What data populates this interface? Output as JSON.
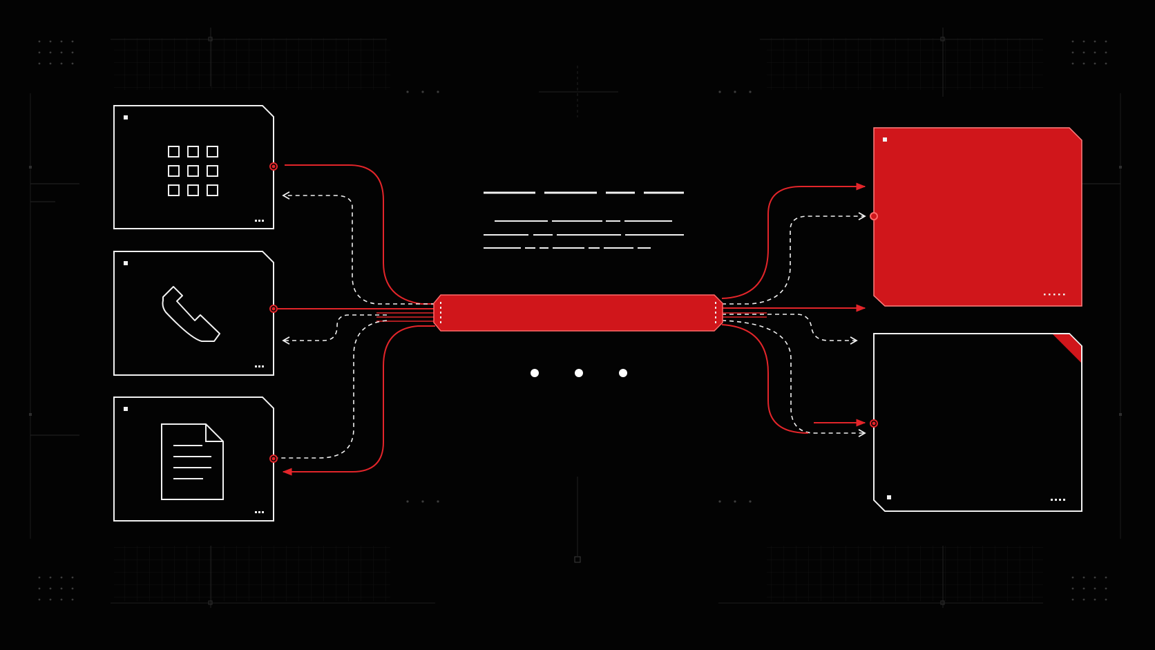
{
  "colors": {
    "background": "#030303",
    "accent_red": "#d0161b",
    "line_white": "#f2f2f2",
    "grid": "#1a1a1a"
  },
  "source_cards": [
    {
      "icon": "app-grid-icon"
    },
    {
      "icon": "phone-icon"
    },
    {
      "icon": "document-icon"
    }
  ],
  "hub": {
    "icon": "central-hub-bar"
  },
  "target_cards": [
    {
      "icon": "filled-red-panel",
      "state": "active"
    },
    {
      "icon": "outlined-panel",
      "state": "inactive"
    }
  ],
  "pagination": {
    "dots": 3
  }
}
